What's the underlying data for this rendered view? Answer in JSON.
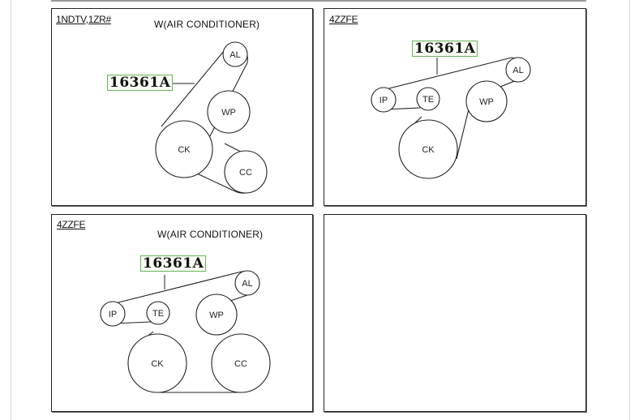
{
  "panels": [
    {
      "engine": "1NDTV,1ZR#",
      "variant": "W(AIR CONDITIONER)",
      "part_number": "16361A",
      "pulleys": [
        "AL",
        "WP",
        "CK",
        "CC"
      ]
    },
    {
      "engine": "4ZZFE",
      "variant": "",
      "part_number": "16361A",
      "pulleys": [
        "AL",
        "IP",
        "TE",
        "WP",
        "CK"
      ]
    },
    {
      "engine": "4ZZFE",
      "variant": "W(AIR CONDITIONER)",
      "part_number": "16361A",
      "pulleys": [
        "AL",
        "IP",
        "TE",
        "WP",
        "CK",
        "CC"
      ]
    },
    {
      "engine": "",
      "variant": "",
      "part_number": "",
      "pulleys": []
    }
  ],
  "colors": {
    "highlight_border": "#69b55a",
    "line": "#222222"
  }
}
